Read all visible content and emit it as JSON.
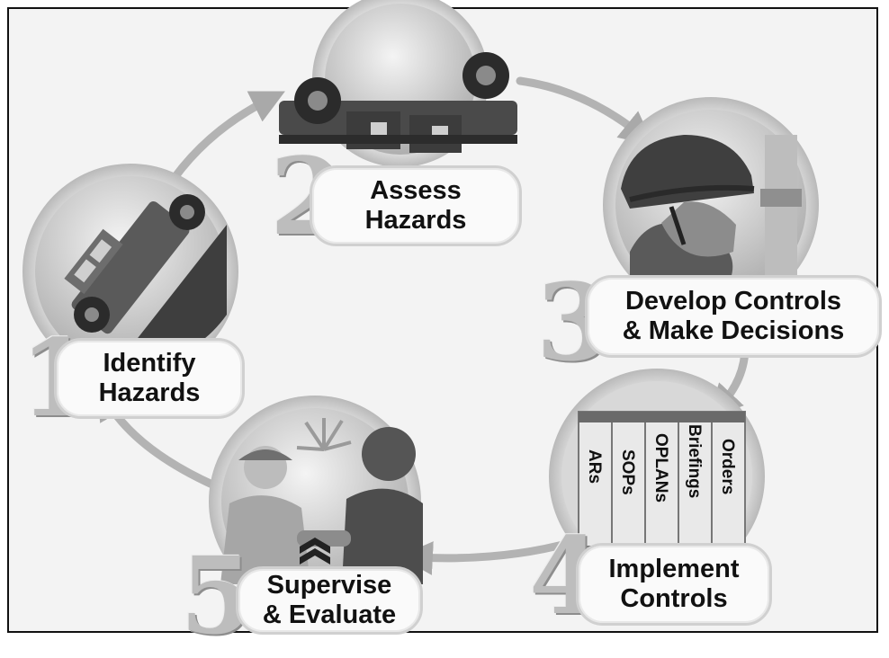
{
  "steps": [
    {
      "number": "1",
      "line1": "Identify",
      "line2": "Hazards"
    },
    {
      "number": "2",
      "line1": "Assess",
      "line2": "Hazards"
    },
    {
      "number": "3",
      "line1": "Develop Controls",
      "line2": "& Make Decisions"
    },
    {
      "number": "4",
      "line1": "Implement",
      "line2": "Controls"
    },
    {
      "number": "5",
      "line1": "Supervise",
      "line2": "& Evaluate"
    }
  ],
  "binders": [
    "ARs",
    "SOPs",
    "OPLANs",
    "Briefings",
    "Orders"
  ],
  "icons": {
    "step1": "military-vehicle-climbing-icon",
    "step2": "overturned-vehicle-icon",
    "step3": "soldier-helmet-icon",
    "step4": "binders-icon",
    "step5": "soldiers-handshake-icon"
  }
}
